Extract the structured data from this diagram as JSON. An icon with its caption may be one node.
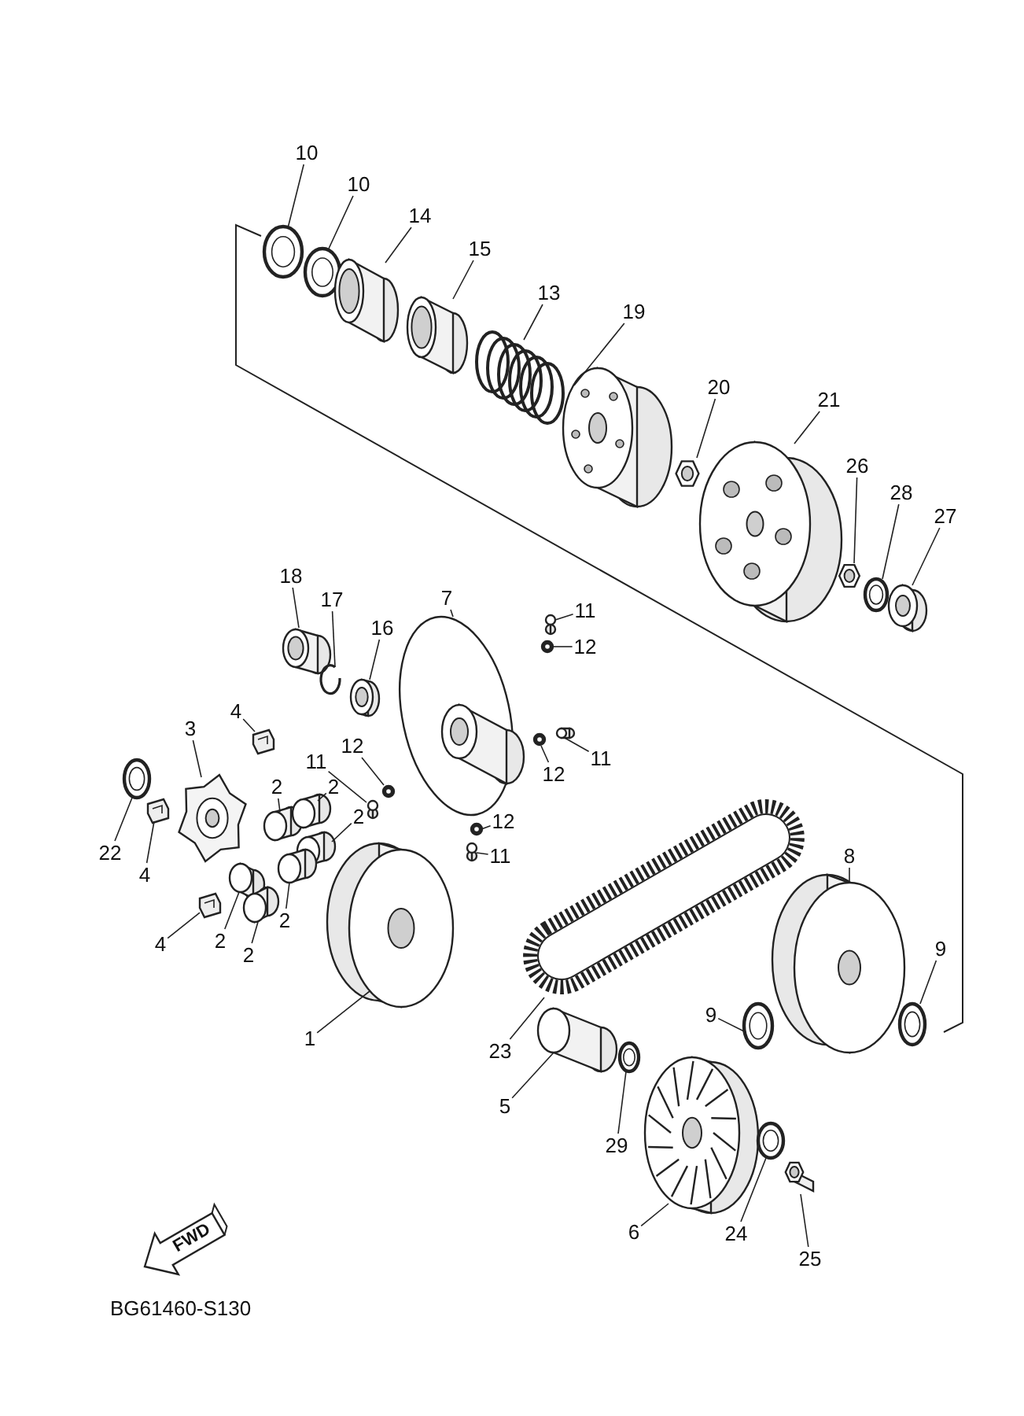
{
  "diagram": {
    "nodes": [
      {
        "text": [
          "10"
        ]
      },
      {
        "text": [],
        "shape": "circle"
      },
      {
        "text": [
          "10"
        ]
      },
      {
        "text": [],
        "shape": "circle"
      },
      {
        "text": [
          "14"
        ]
      },
      {
        "text": [],
        "shape": "cylinder"
      },
      {
        "text": [
          "15"
        ]
      },
      {
        "text": [],
        "shape": "cylinder"
      },
      {
        "text": [
          "13"
        ]
      },
      {
        "text": [],
        "shape": "picture"
      },
      {
        "text": [
          "19"
        ]
      },
      {
        "text": [],
        "shape": "picture"
      },
      {
        "text": [
          "20"
        ]
      },
      {
        "text": [],
        "shape": "picture"
      },
      {
        "text": [
          "21"
        ]
      },
      {
        "text": [],
        "shape": "picture"
      },
      {
        "text": [
          "26"
        ]
      },
      {
        "text": [],
        "shape": "picture"
      },
      {
        "text": [
          "28"
        ]
      },
      {
        "text": [],
        "shape": "circle"
      },
      {
        "text": [
          "27"
        ]
      },
      {
        "text": [],
        "shape": "cylinder"
      },
      {
        "text": [
          "18"
        ]
      },
      {
        "text": [],
        "shape": "cylinder"
      },
      {
        "text": [
          "17"
        ]
      },
      {
        "text": [],
        "shape": "picture"
      },
      {
        "text": [
          "16"
        ]
      },
      {
        "text": [],
        "shape": "cylinder"
      },
      {
        "text": [
          "7"
        ]
      },
      {
        "text": [],
        "shape": "picture"
      },
      {
        "text": [
          "11"
        ]
      },
      {
        "text": [],
        "shape": "cylinder"
      },
      {
        "text": [
          "12"
        ]
      },
      {
        "text": [],
        "shape": "circle"
      },
      {
        "text": [
          "4"
        ]
      },
      {
        "text": [],
        "shape": "box"
      },
      {
        "text": [
          "3"
        ]
      },
      {
        "text": [],
        "shape": "picture"
      },
      {
        "text": [
          "12"
        ]
      },
      {
        "text": [],
        "shape": "circle"
      },
      {
        "text": [
          "11"
        ]
      },
      {
        "text": [],
        "shape": "cylinder"
      },
      {
        "text": [
          "12"
        ]
      },
      {
        "text": [],
        "shape": "circle"
      },
      {
        "text": [
          "11"
        ]
      },
      {
        "text": [],
        "shape": "cylinder"
      },
      {
        "text": [
          "2"
        ]
      },
      {
        "text": [],
        "shape": "cylinder"
      },
      {
        "text": [
          "2"
        ]
      },
      {
        "text": [],
        "shape": "cylinder"
      },
      {
        "text": [
          "22"
        ]
      },
      {
        "text": [],
        "shape": "circle"
      },
      {
        "text": [
          "4"
        ]
      },
      {
        "text": [],
        "shape": "box"
      },
      {
        "text": [
          "2"
        ]
      },
      {
        "text": [],
        "shape": "cylinder"
      },
      {
        "text": [
          "12"
        ]
      },
      {
        "text": [],
        "shape": "circle"
      },
      {
        "text": [
          "11"
        ]
      },
      {
        "text": [],
        "shape": "cylinder"
      },
      {
        "text": [
          "4"
        ]
      },
      {
        "text": [],
        "shape": "box"
      },
      {
        "text": [
          "2"
        ]
      },
      {
        "text": [],
        "shape": "cylinder"
      },
      {
        "text": [
          "2"
        ]
      },
      {
        "text": [],
        "shape": "cylinder"
      },
      {
        "text": [
          "2"
        ]
      },
      {
        "text": [],
        "shape": "cylinder"
      },
      {
        "text": [
          "1"
        ]
      },
      {
        "text": [],
        "shape": "picture"
      },
      {
        "text": [
          "9"
        ]
      },
      {
        "text": [],
        "shape": "circle"
      },
      {
        "text": [
          "8"
        ]
      },
      {
        "text": [],
        "shape": "picture"
      },
      {
        "text": [
          "9"
        ]
      },
      {
        "text": [],
        "shape": "circle"
      },
      {
        "text": [
          "23"
        ]
      },
      {
        "text": [],
        "shape": "picture"
      },
      {
        "text": [
          "5"
        ]
      },
      {
        "text": [],
        "shape": "cylinder"
      },
      {
        "text": [
          "29"
        ]
      },
      {
        "text": [],
        "shape": "circle"
      },
      {
        "text": [
          "6"
        ]
      },
      {
        "text": [],
        "shape": "picture"
      },
      {
        "text": [
          "24"
        ]
      },
      {
        "text": [],
        "shape": "circle"
      },
      {
        "text": [
          "25"
        ]
      },
      {
        "text": [],
        "shape": "picture"
      }
    ],
    "edges": [
      {
        "from": 0,
        "to": 1,
        "arrow": "none"
      },
      {
        "from": 2,
        "to": 3,
        "arrow": "none"
      },
      {
        "from": 4,
        "to": 5,
        "arrow": "none"
      },
      {
        "from": 6,
        "to": 7,
        "arrow": "none"
      },
      {
        "from": 8,
        "to": 9,
        "arrow": "none"
      },
      {
        "from": 10,
        "to": 11,
        "arrow": "none"
      },
      {
        "from": 12,
        "to": 13,
        "arrow": "none"
      },
      {
        "from": 14,
        "to": 15,
        "arrow": "none"
      },
      {
        "from": 16,
        "to": 17,
        "arrow": "none"
      },
      {
        "from": 18,
        "to": 19,
        "arrow": "none"
      },
      {
        "from": 20,
        "to": 21,
        "arrow": "none"
      },
      {
        "from": 22,
        "to": 23,
        "arrow": "none"
      },
      {
        "from": 24,
        "to": 25,
        "arrow": "none"
      },
      {
        "from": 26,
        "to": 27,
        "arrow": "none"
      },
      {
        "from": 28,
        "to": 29,
        "arrow": "none"
      },
      {
        "from": 30,
        "to": 31,
        "arrow": "none"
      },
      {
        "from": 32,
        "to": 33,
        "arrow": "none"
      },
      {
        "from": 34,
        "to": 35,
        "arrow": "none"
      },
      {
        "from": 36,
        "to": 37,
        "arrow": "none"
      },
      {
        "from": 38,
        "to": 39,
        "arrow": "none"
      },
      {
        "from": 40,
        "to": 41,
        "arrow": "none"
      },
      {
        "from": 42,
        "to": 43,
        "arrow": "none"
      },
      {
        "from": 44,
        "to": 45,
        "arrow": "none"
      },
      {
        "from": 46,
        "to": 47,
        "arrow": "none"
      },
      {
        "from": 48,
        "to": 49,
        "arrow": "none"
      },
      {
        "from": 50,
        "to": 51,
        "arrow": "none"
      },
      {
        "from": 52,
        "to": 53,
        "arrow": "none"
      },
      {
        "from": 54,
        "to": 55,
        "arrow": "none"
      },
      {
        "from": 56,
        "to": 57,
        "arrow": "none"
      },
      {
        "from": 58,
        "to": 59,
        "arrow": "none"
      },
      {
        "from": 60,
        "to": 61,
        "arrow": "none"
      },
      {
        "from": 62,
        "to": 63,
        "arrow": "none"
      },
      {
        "from": 64,
        "to": 65,
        "arrow": "none"
      },
      {
        "from": 66,
        "to": 67,
        "arrow": "none"
      },
      {
        "from": 68,
        "to": 69,
        "arrow": "none"
      },
      {
        "from": 70,
        "to": 71,
        "arrow": "none"
      },
      {
        "from": 72,
        "to": 73,
        "arrow": "none"
      },
      {
        "from": 74,
        "to": 75,
        "arrow": "none"
      },
      {
        "from": 76,
        "to": 77,
        "arrow": "none"
      },
      {
        "from": 78,
        "to": 79,
        "arrow": "none"
      },
      {
        "from": 80,
        "to": 81,
        "arrow": "none"
      },
      {
        "from": 82,
        "to": 83,
        "arrow": "none"
      },
      {
        "from": 84,
        "to": 85,
        "arrow": "none"
      },
      {
        "from": 86,
        "to": 87,
        "arrow": "none"
      }
    ],
    "labels": [
      "FWD",
      "BG61460-S130"
    ]
  }
}
